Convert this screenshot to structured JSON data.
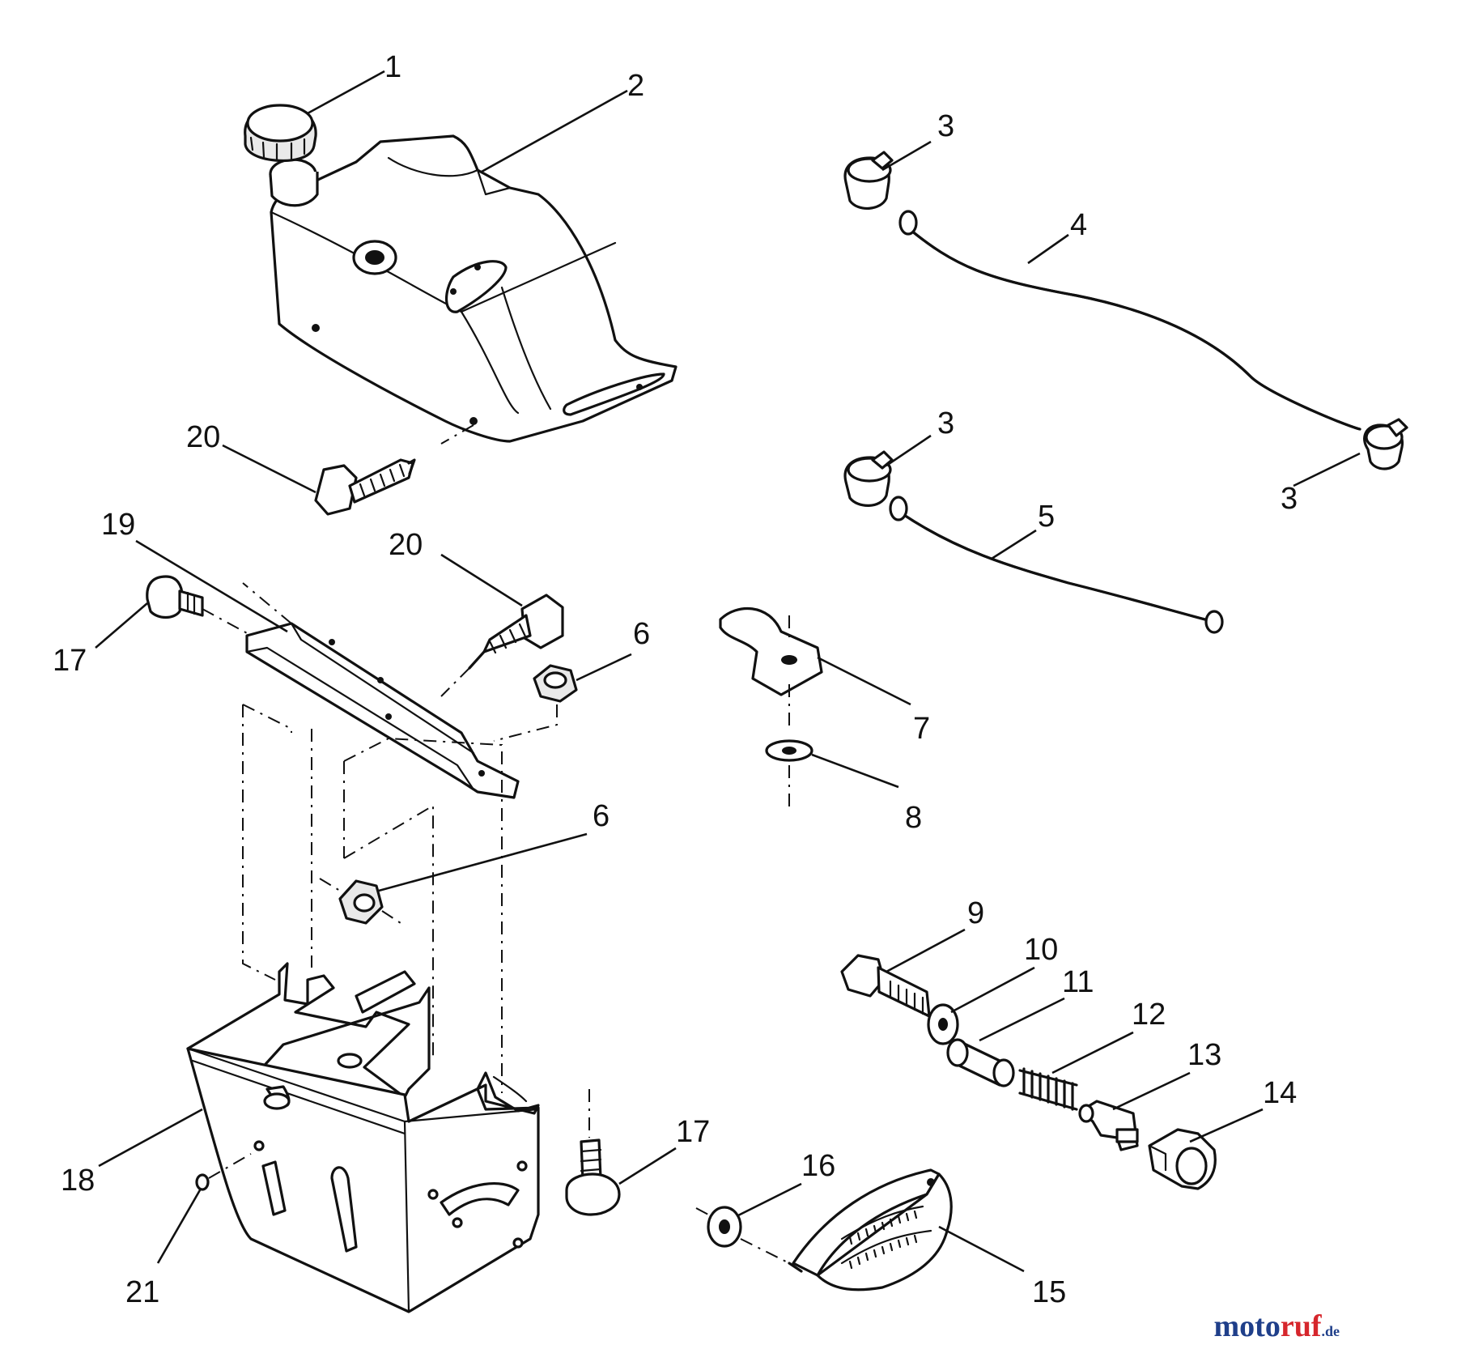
{
  "callouts": {
    "c1": "1",
    "c2": "2",
    "c3a": "3",
    "c3b": "3",
    "c3c": "3",
    "c4": "4",
    "c5": "5",
    "c6a": "6",
    "c6b": "6",
    "c7": "7",
    "c8": "8",
    "c9": "9",
    "c10": "10",
    "c11": "11",
    "c12": "12",
    "c13": "13",
    "c14": "14",
    "c15": "15",
    "c16": "16",
    "c17a": "17",
    "c17b": "17",
    "c18": "18",
    "c19": "19",
    "c20a": "20",
    "c20b": "20",
    "c21": "21"
  },
  "watermark": {
    "part1": "moto",
    "part2": "ruf",
    "suffix": ".de"
  }
}
